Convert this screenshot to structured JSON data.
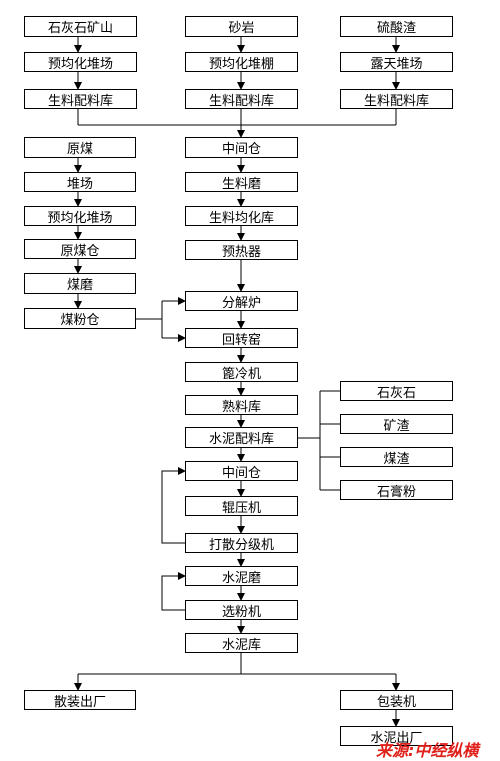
{
  "colors": {
    "line": "#000000",
    "box_border": "#000000",
    "watermark": "#e0201a"
  },
  "nodes": {
    "limestone_mine": "石灰石矿山",
    "sandstone": "砂岩",
    "pyrite_slag": "硫酸渣",
    "prehomog_yard_1": "预均化堆场",
    "prehomog_shed": "预均化堆棚",
    "open_yard": "露天堆场",
    "raw_batch_1": "生料配料库",
    "raw_batch_2": "生料配料库",
    "raw_batch_3": "生料配料库",
    "raw_coal": "原煤",
    "stockyard": "堆场",
    "prehomog_yard_2": "预均化堆场",
    "raw_coal_bin": "原煤仓",
    "coal_mill": "煤磨",
    "coal_powder_bin": "煤粉仓",
    "intermediate_bin_1": "中间仓",
    "raw_mill": "生料磨",
    "raw_homog_silo": "生料均化库",
    "preheater": "预热器",
    "calciner": "分解炉",
    "rotary_kiln": "回转窑",
    "grate_cooler": "篦冷机",
    "clinker_silo": "熟料库",
    "cement_batch": "水泥配料库",
    "limestone": "石灰石",
    "slag": "矿渣",
    "cinder": "煤渣",
    "gypsum": "石膏粉",
    "intermediate_bin_2": "中间仓",
    "roller_press": "辊压机",
    "disperse_classifier": "打散分级机",
    "cement_mill": "水泥磨",
    "separator": "选粉机",
    "cement_silo": "水泥库",
    "bulk_out": "散装出厂",
    "packer": "包装机",
    "cement_out": "水泥出厂"
  },
  "watermark": "来源:中经纵横"
}
